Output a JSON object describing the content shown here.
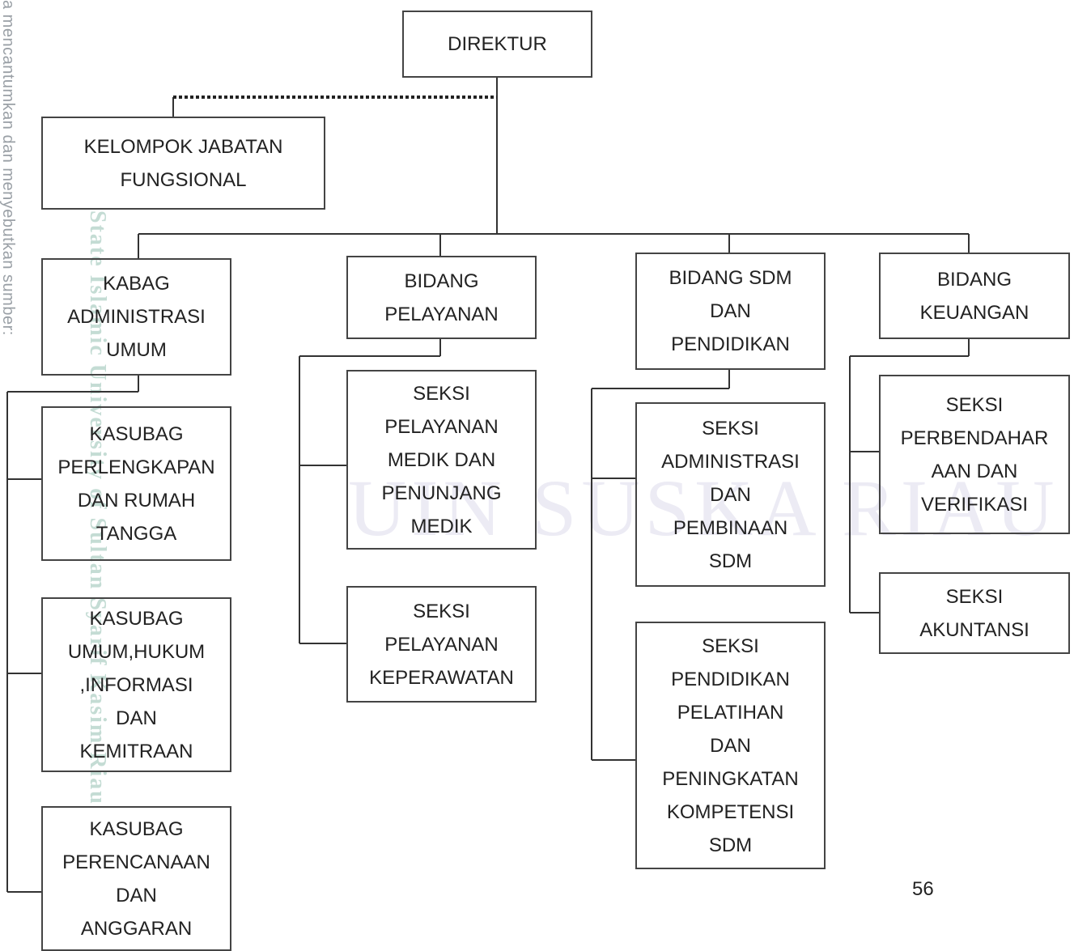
{
  "side_note": "a mencantumkan dan menyebutkan sumber:",
  "watermark": {
    "vertical_text": "State Islamic University of Sultan Syarif Kasim Riau",
    "logo_text": "UIN SUSKA RIAU",
    "color": "#c4dcd4"
  },
  "boxes": {
    "direktur": "DIREKTUR",
    "fungsional": "KELOMPOK JABATAN\nFUNGSIONAL",
    "kabag": "KABAG\nADMINISTRASI\nUMUM",
    "kasubag_perlengkapan": "KASUBAG\nPERLENGKAPAN\nDAN RUMAH\nTANGGA",
    "kasubag_umum": "KASUBAG\nUMUM,HUKUM\n,INFORMASI\nDAN\nKEMITRAAN",
    "kasubag_perencanaan": "KASUBAG\nPERENCANAAN\nDAN\nANGGARAN",
    "bidang_pelayanan": "BIDANG\nPELAYANAN",
    "seksi_medik": "SEKSI\nPELAYANAN\nMEDIK DAN\nPENUNJANG\nMEDIK",
    "seksi_keperawatan": "SEKSI\nPELAYANAN\nKEPERAWATAN",
    "bidang_sdm": "BIDANG SDM\nDAN\nPENDIDIKAN",
    "seksi_adm_sdm": "SEKSI\nADMINISTRASI\nDAN\nPEMBINAAN\nSDM",
    "seksi_pendidikan": "SEKSI\nPENDIDIKAN\nPELATIHAN\nDAN\nPENINGKATAN\nKOMPETENSI\nSDM",
    "bidang_keuangan": "BIDANG\nKEUANGAN",
    "seksi_perbendaharaan": "SEKSI\nPERBENDAHAR\nAAN DAN\nVERIFIKASI",
    "seksi_akuntansi": "SEKSI\nAKUNTANSI"
  },
  "page_number": "56"
}
